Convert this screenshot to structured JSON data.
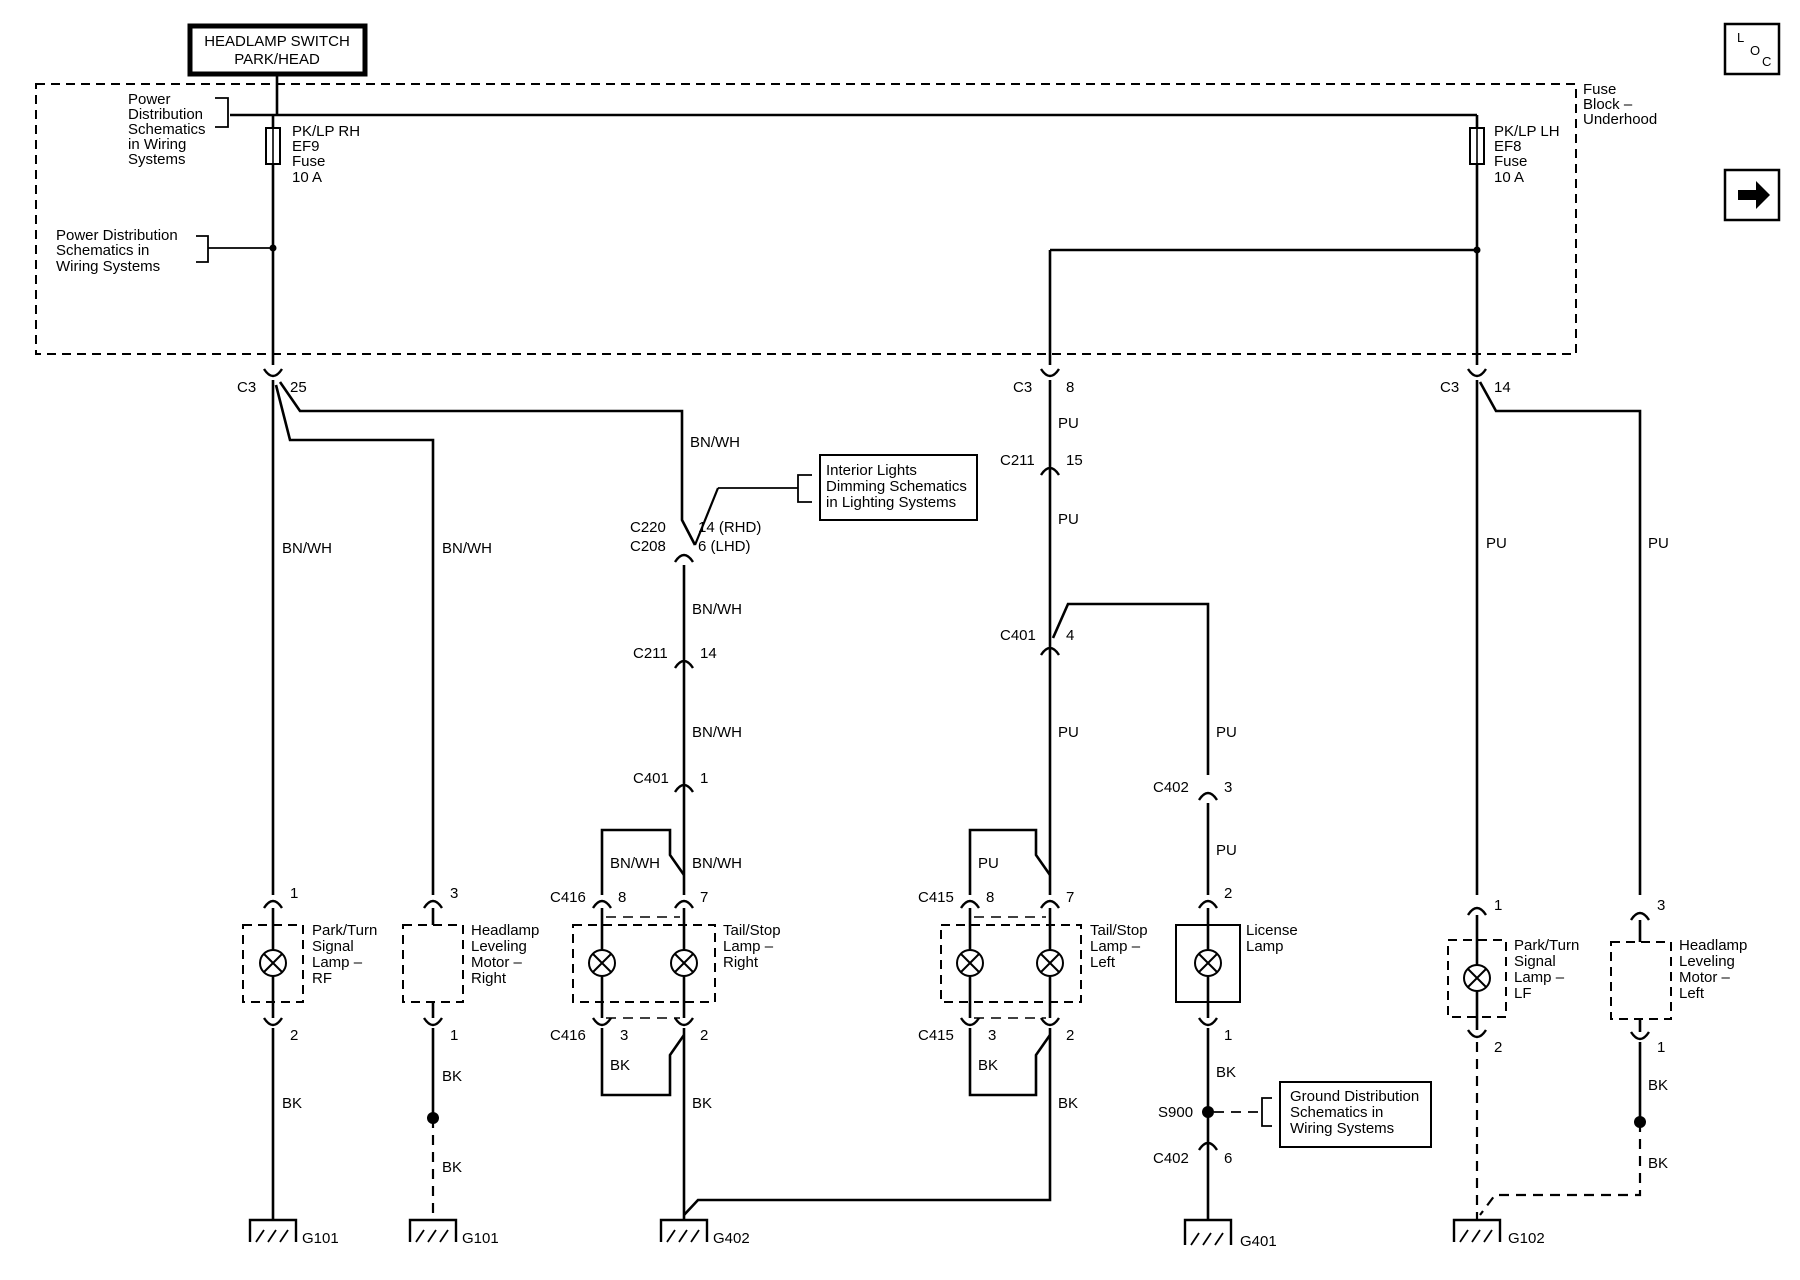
{
  "headlamp_switch": {
    "line1": "HEADLAMP SWITCH",
    "line2": "PARK/HEAD"
  },
  "fuse_block": [
    "Fuse",
    "Block –",
    "Underhood"
  ],
  "pd_ref_top": [
    "Power",
    "Distribution",
    "Schematics",
    "in Wiring",
    "Systems"
  ],
  "pd_ref_mid": [
    "Power Distribution",
    "Schematics in",
    "Wiring Systems"
  ],
  "fuse_rh": [
    "PK/LP RH",
    "EF9",
    "Fuse",
    "10 A"
  ],
  "fuse_lh": [
    "PK/LP LH",
    "EF8",
    "Fuse",
    "10 A"
  ],
  "nav_icons": {
    "loc": "loc-icon",
    "next": "next-page-arrow-icon"
  },
  "loc_letters": [
    "L",
    "O",
    "C"
  ],
  "connectors": {
    "c3": "C3",
    "c211": "C211",
    "c220": "C220",
    "c208": "C208",
    "c401": "C401",
    "c402": "C402",
    "c416": "C416",
    "c415": "C415",
    "s900": "S900"
  },
  "pins": {
    "p25": "25",
    "p8": "8",
    "p14": "14",
    "p15": "15",
    "p14rhd": "14 (RHD)",
    "p6lhd": "6 (LHD)",
    "p1": "1",
    "p2": "2",
    "p3": "3",
    "p4": "4",
    "p6": "6",
    "p7": "7"
  },
  "wires": {
    "bnwh": "BN/WH",
    "pu": "PU",
    "bk": "BK"
  },
  "interior_ref": [
    "Interior Lights",
    "Dimming Schematics",
    "in Lighting Systems"
  ],
  "ground_ref": [
    "Ground Distribution",
    "Schematics in",
    "Wiring Systems"
  ],
  "components": {
    "park_rf": [
      "Park/Turn",
      "Signal",
      "Lamp –",
      "RF"
    ],
    "level_r": [
      "Headlamp",
      "Leveling",
      "Motor –",
      "Right"
    ],
    "tail_r": [
      "Tail/Stop",
      "Lamp –",
      "Right"
    ],
    "tail_l": [
      "Tail/Stop",
      "Lamp –",
      "Left"
    ],
    "license": [
      "License",
      "Lamp"
    ],
    "park_lf": [
      "Park/Turn",
      "Signal",
      "Lamp –",
      "LF"
    ],
    "level_l": [
      "Headlamp",
      "Leveling",
      "Motor –",
      "Left"
    ]
  },
  "grounds": {
    "g101": "G101",
    "g402": "G402",
    "g401": "G401",
    "g102": "G102"
  }
}
